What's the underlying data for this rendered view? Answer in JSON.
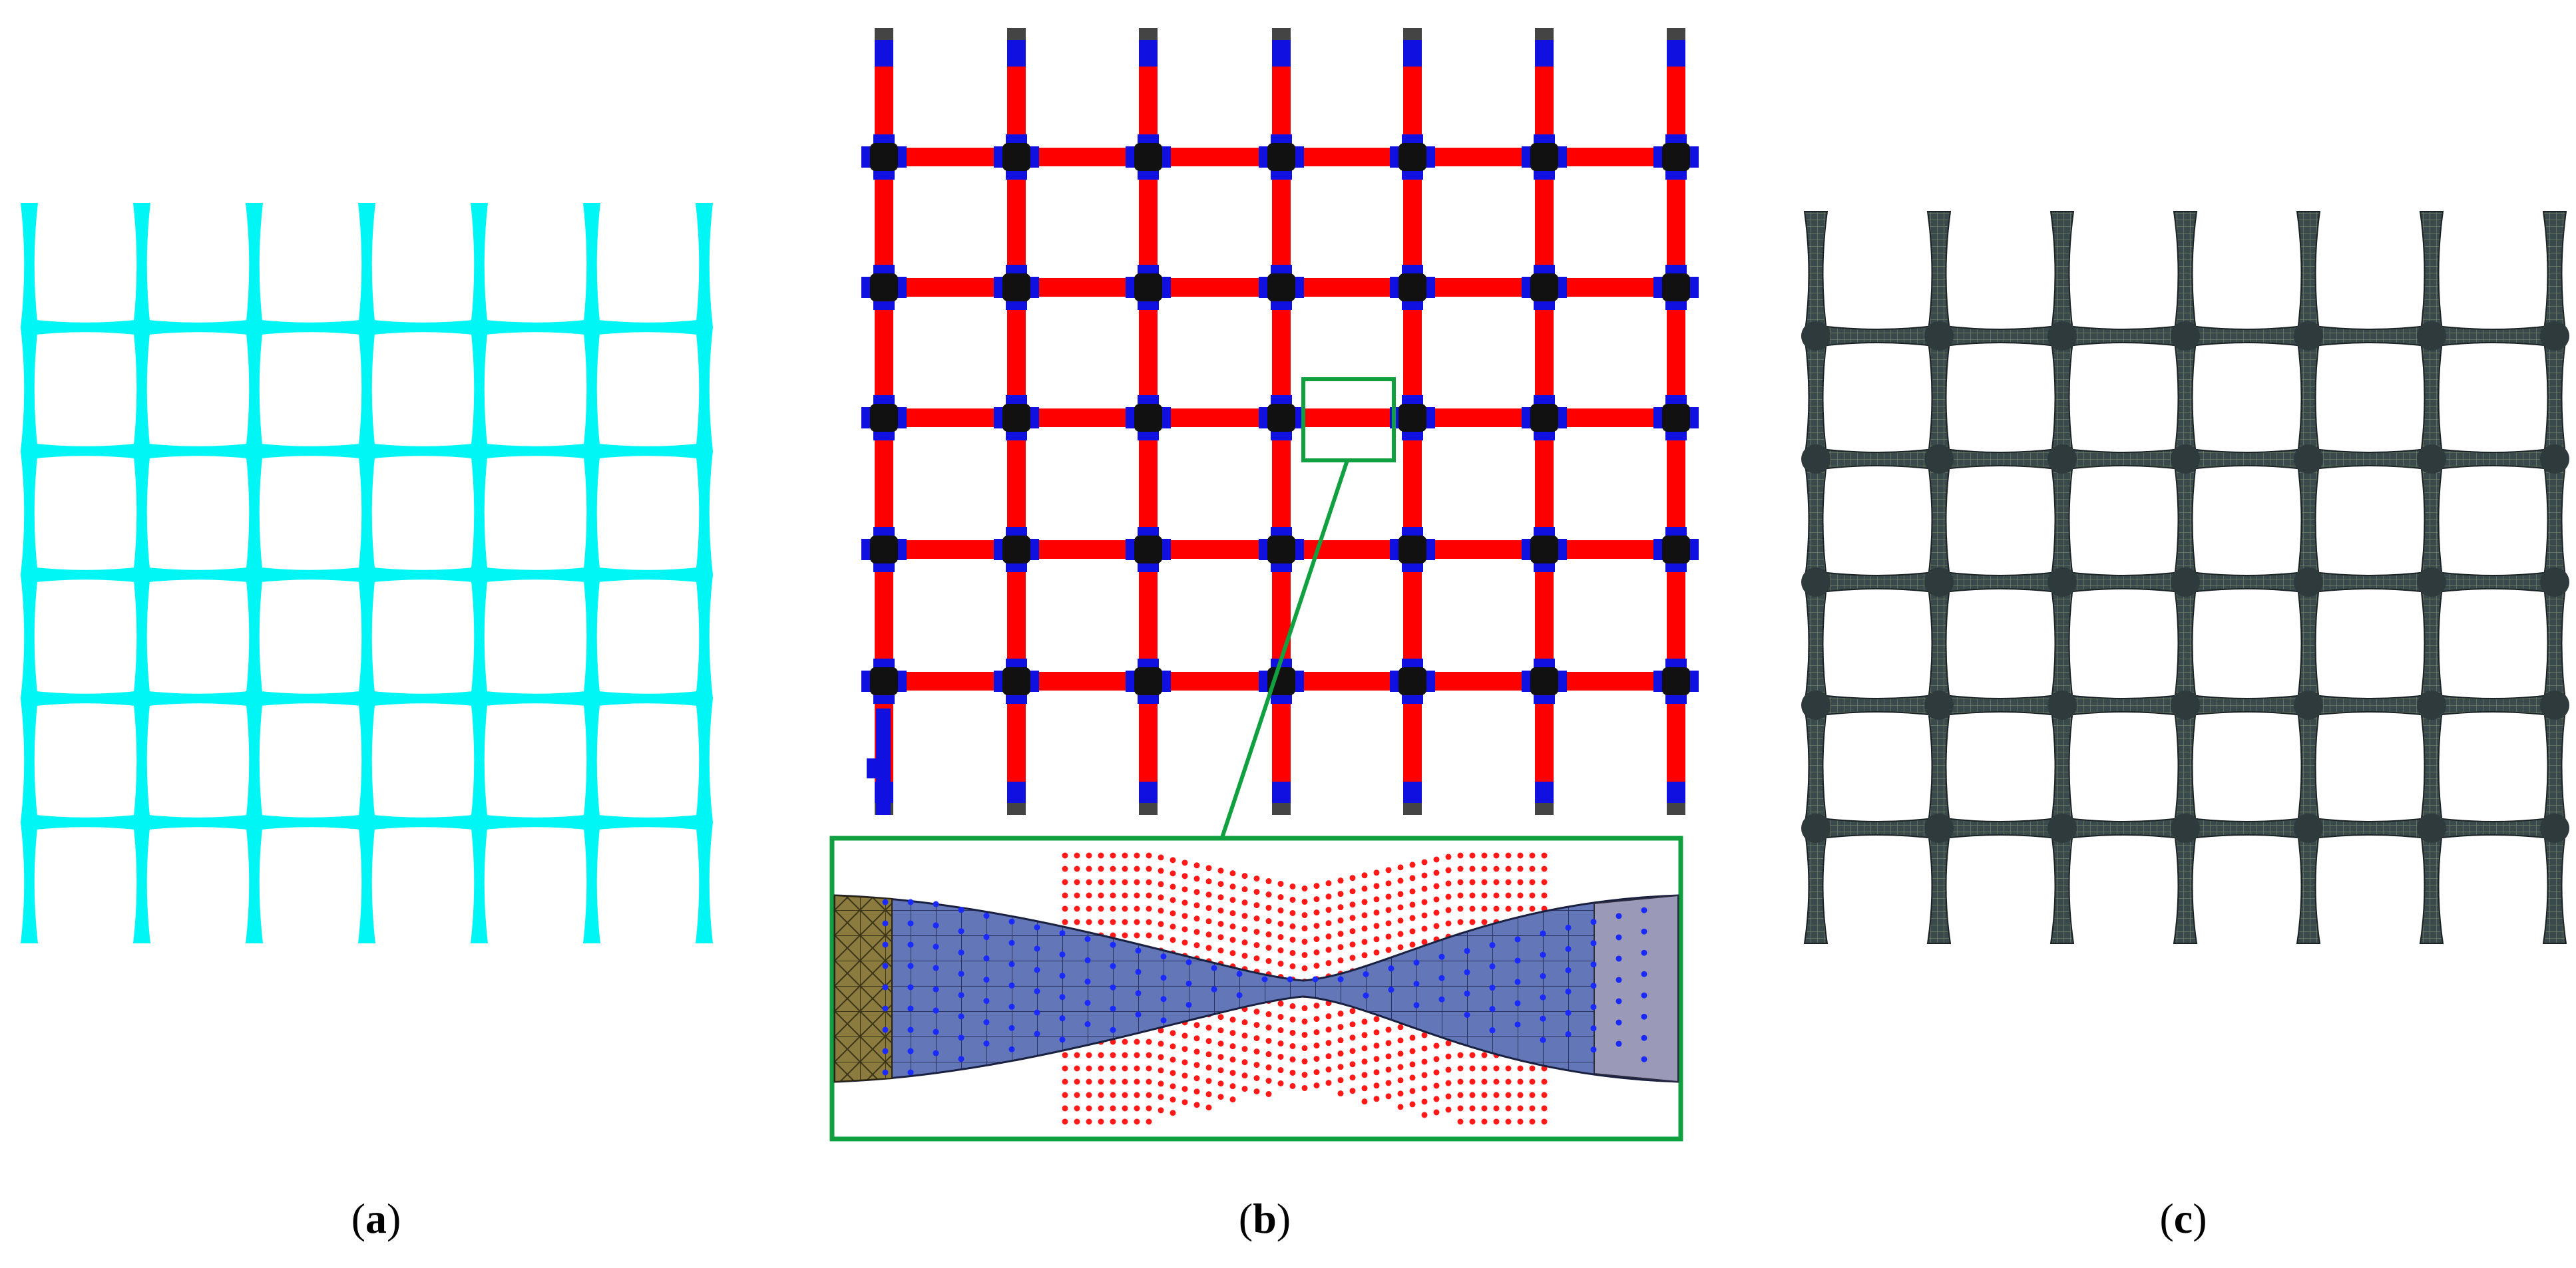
{
  "figure": {
    "panels": [
      {
        "id": "a",
        "caption_open": "(",
        "caption_letter": "a",
        "caption_close": ")"
      },
      {
        "id": "b",
        "caption_open": "(",
        "caption_letter": "b",
        "caption_close": ")"
      },
      {
        "id": "c",
        "caption_open": "(",
        "caption_letter": "c",
        "caption_close": ")"
      }
    ],
    "grid": {
      "columns": 7,
      "rows": 6
    },
    "colors": {
      "panel_a_lattice": "#00f5f5",
      "panel_b_beam": "#ff0000",
      "panel_b_transition": "#1010e0",
      "panel_b_node": "#111111",
      "panel_b_zoom_frame": "#10a040",
      "panel_b_mesh_blue": "#5f72b8",
      "panel_b_mesh_end": "#8a7a3c",
      "panel_b_dots_red": "#ff1a1a",
      "panel_b_dots_blue": "#1a2aff",
      "panel_c_mesh": "#2e3a3c"
    }
  }
}
